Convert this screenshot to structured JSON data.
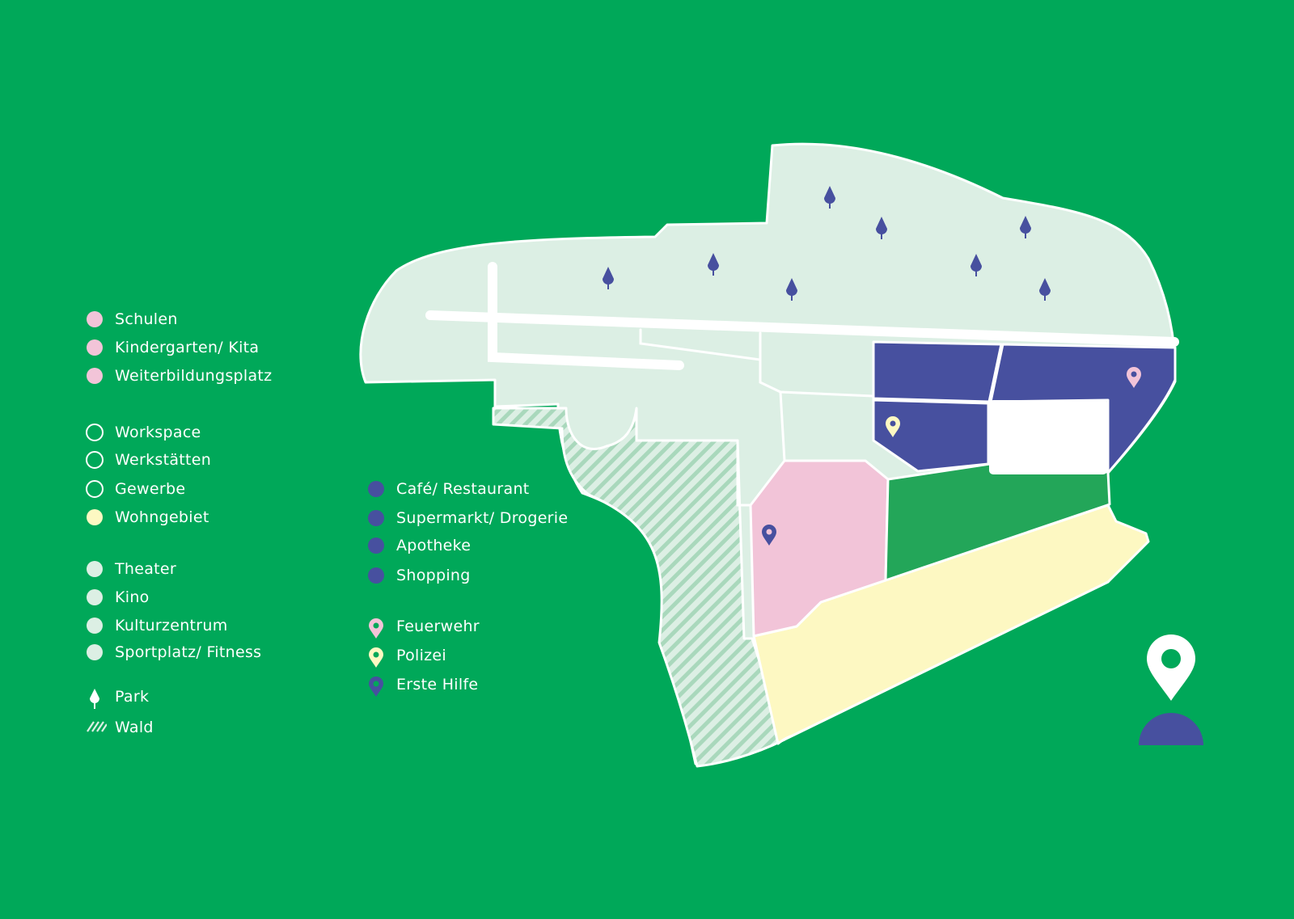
{
  "colors": {
    "background": "#00a859",
    "kultur_mint": "#dcefe4",
    "bildung_pink": "#f2c4d8",
    "wohnen_yellow": "#fdf8c2",
    "versorgung_navy": "#47509f",
    "gewerbe_green": "#23a659",
    "white": "#ffffff"
  },
  "legend_left": [
    {
      "label": "Schulen",
      "symbol": "filled-dot",
      "color": "#f2c4d8"
    },
    {
      "label": "Kindergarten/ Kita",
      "symbol": "filled-dot",
      "color": "#f2c4d8"
    },
    {
      "label": "Weiterbildungsplatz",
      "symbol": "filled-dot",
      "color": "#f2c4d8"
    },
    {
      "label": "Workspace",
      "symbol": "ring",
      "color": "#ffffff"
    },
    {
      "label": "Werkstätten",
      "symbol": "ring",
      "color": "#ffffff"
    },
    {
      "label": "Gewerbe",
      "symbol": "ring",
      "color": "#ffffff"
    },
    {
      "label": "Wohngebiet",
      "symbol": "filled-dot",
      "color": "#fdf8c2"
    },
    {
      "label": "Theater",
      "symbol": "filled-dot",
      "color": "#dcefe4"
    },
    {
      "label": "Kino",
      "symbol": "filled-dot",
      "color": "#dcefe4"
    },
    {
      "label": "Kulturzentrum",
      "symbol": "filled-dot",
      "color": "#dcefe4"
    },
    {
      "label": "Sportplatz/ Fitness",
      "symbol": "filled-dot",
      "color": "#dcefe4"
    },
    {
      "label": "Park",
      "symbol": "tree-icon",
      "color": "#ffffff"
    },
    {
      "label": "Wald",
      "symbol": "hatch-icon",
      "color": "#dcefe4"
    }
  ],
  "legend_middle": [
    {
      "label": "Café/ Restaurant",
      "symbol": "filled-dot",
      "color": "#47509f"
    },
    {
      "label": "Supermarkt/ Drogerie",
      "symbol": "filled-dot",
      "color": "#47509f"
    },
    {
      "label": "Apotheke",
      "symbol": "filled-dot",
      "color": "#47509f"
    },
    {
      "label": "Shopping",
      "symbol": "filled-dot",
      "color": "#47509f"
    },
    {
      "label": "Feuerwehr",
      "symbol": "pin-icon",
      "color": "#f2c4d8"
    },
    {
      "label": "Polizei",
      "symbol": "pin-icon",
      "color": "#fdf8c2"
    },
    {
      "label": "Erste Hilfe",
      "symbol": "pin-icon",
      "color": "#47509f"
    }
  ],
  "map": {
    "pins": [
      {
        "type": "Feuerwehr",
        "icon": "pin-icon",
        "color": "#f2c4d8"
      },
      {
        "type": "Polizei",
        "icon": "pin-icon",
        "color": "#fdf8c2"
      },
      {
        "type": "Erste Hilfe",
        "icon": "pin-icon",
        "color": "#47509f"
      }
    ],
    "park_trees": 8,
    "current_location": {
      "icon": "location-pin-icon",
      "color": "#ffffff",
      "base_color": "#47509f"
    }
  }
}
